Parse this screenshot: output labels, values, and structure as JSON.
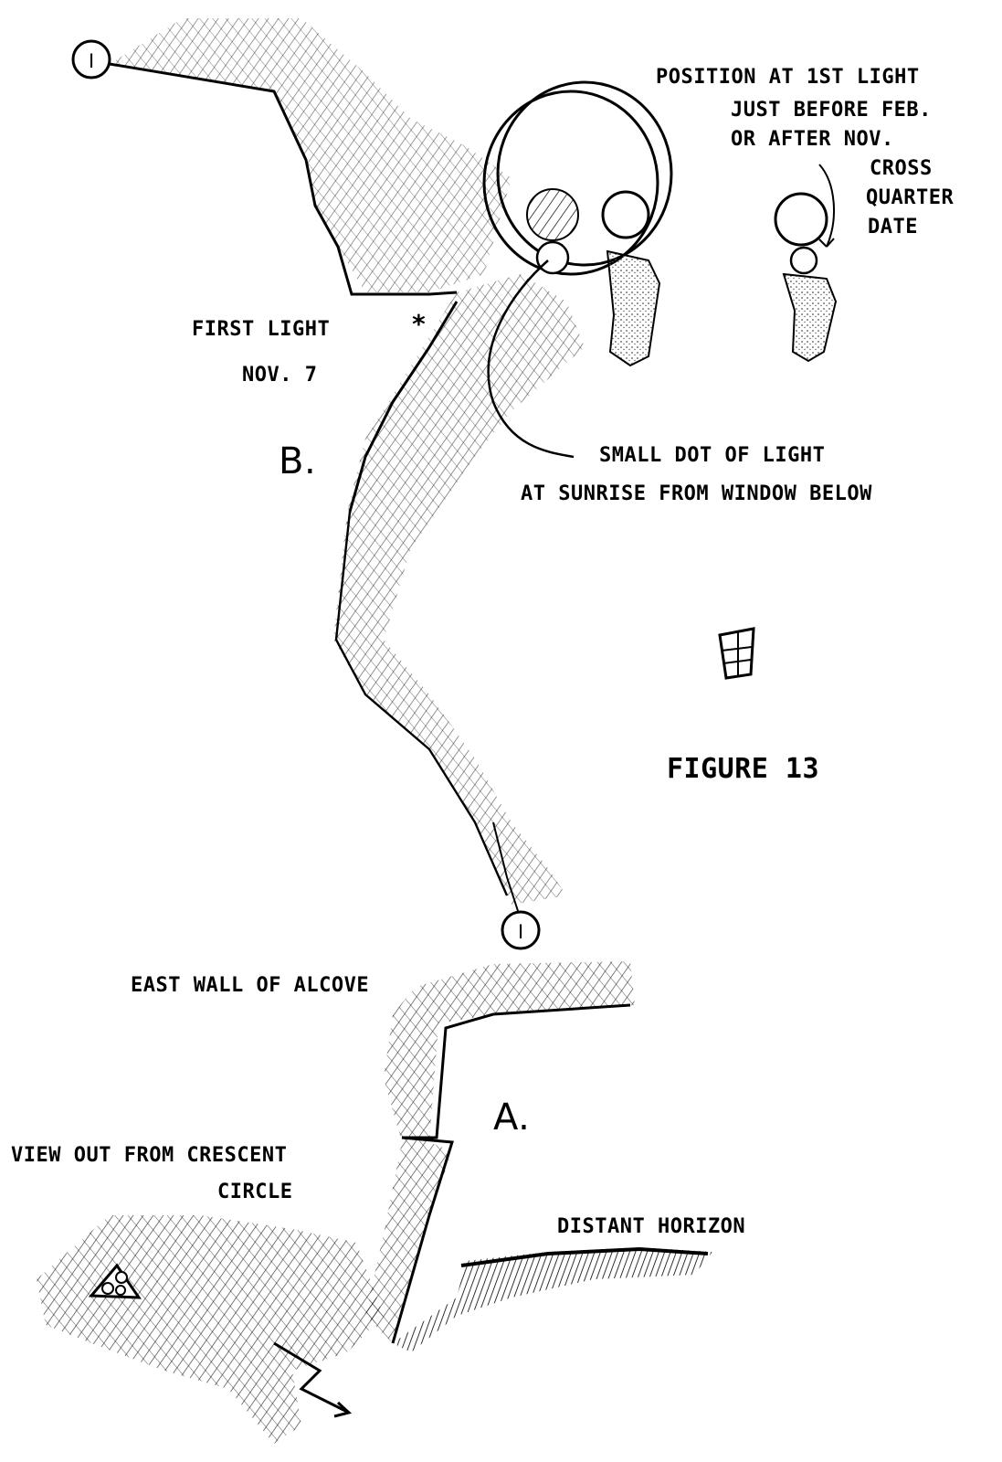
{
  "labels": {
    "position_line1": "POSITION AT 1ST LIGHT",
    "position_line2": "JUST BEFORE FEB.",
    "position_line3": "OR AFTER NOV.",
    "cross_line1": "CROSS",
    "cross_line2": "QUARTER",
    "cross_line3": "DATE",
    "first_light": "FIRST LIGHT",
    "first_light_date": "NOV. 7",
    "panel_b": "B.",
    "small_dot_line1": "SMALL DOT OF LIGHT",
    "small_dot_line2": "AT SUNRISE FROM WINDOW BELOW",
    "figure": "FIGURE 13",
    "east_wall": "EAST WALL OF ALCOVE",
    "panel_a": "A.",
    "view_out_line1": "VIEW OUT FROM CRESCENT",
    "view_out_line2": "CIRCLE",
    "distant_horizon": "DISTANT HORIZON"
  },
  "markers": {
    "circle_marker_top": "I",
    "circle_marker_mid": "I",
    "star": "*"
  },
  "colors": {
    "ink": "#000000",
    "paper": "#ffffff",
    "stipple": "#555555"
  }
}
